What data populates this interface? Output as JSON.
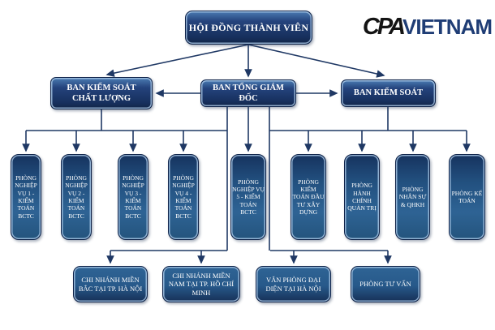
{
  "logo": {
    "cpa": "CPA",
    "vietnam": "VIETNAM"
  },
  "colors": {
    "line": "#1f3864",
    "box_dark_navy": "#17305e",
    "box_steel_blue": "#2e6394",
    "logo_black": "#141414",
    "logo_blue": "#1f3d75",
    "text": "#ffffff",
    "background": "#ffffff"
  },
  "org": {
    "root": {
      "label": "HỘI ĐỒNG THÀNH VIÊN"
    },
    "level2": [
      {
        "label": "BAN KIỂM SOÁT CHẤT LƯỢNG"
      },
      {
        "label": "BAN TỔNG GIÁM ĐỐC"
      },
      {
        "label": "BAN KIỂM SOÁT"
      }
    ],
    "level3": [
      {
        "label": "PHÒNG NGHIỆP VỤ 1 - KIỂM TOÁN BCTC"
      },
      {
        "label": "PHÒNG NGHIỆP VỤ 2 - KIỂM TOÁN BCTC"
      },
      {
        "label": "PHÒNG NGHIỆP VỤ 3 - KIỂM TOÁN BCTC"
      },
      {
        "label": "PHÒNG NGHIỆP VỤ 4 - KIỂM TOÁN BCTC"
      },
      {
        "label": "PHÒNG NGHIỆP VỤ 5 - KIỂM TOÁN BCTC"
      },
      {
        "label": "PHÒNG KIỂM TOÁN ĐẦU TƯ XÂY DỰNG"
      },
      {
        "label": "PHÒNG HÀNH CHÍNH QUẢN TRỊ"
      },
      {
        "label": "PHÒNG NHÂN SỰ & QHKH"
      },
      {
        "label": "PHÒNG KẾ TOÁN"
      }
    ],
    "level4": [
      {
        "label": "CHI NHÁNH MIỀN BẮC TẠI TP. HÀ NỘI"
      },
      {
        "label": "CHI NHÁNH MIỀN NAM TẠI TP. HỒ CHÍ MINH"
      },
      {
        "label": "VĂN PHÒNG ĐẠI DIỆN TẠI HÀ NỘI"
      },
      {
        "label": "PHÒNG TƯ VẤN"
      }
    ]
  }
}
